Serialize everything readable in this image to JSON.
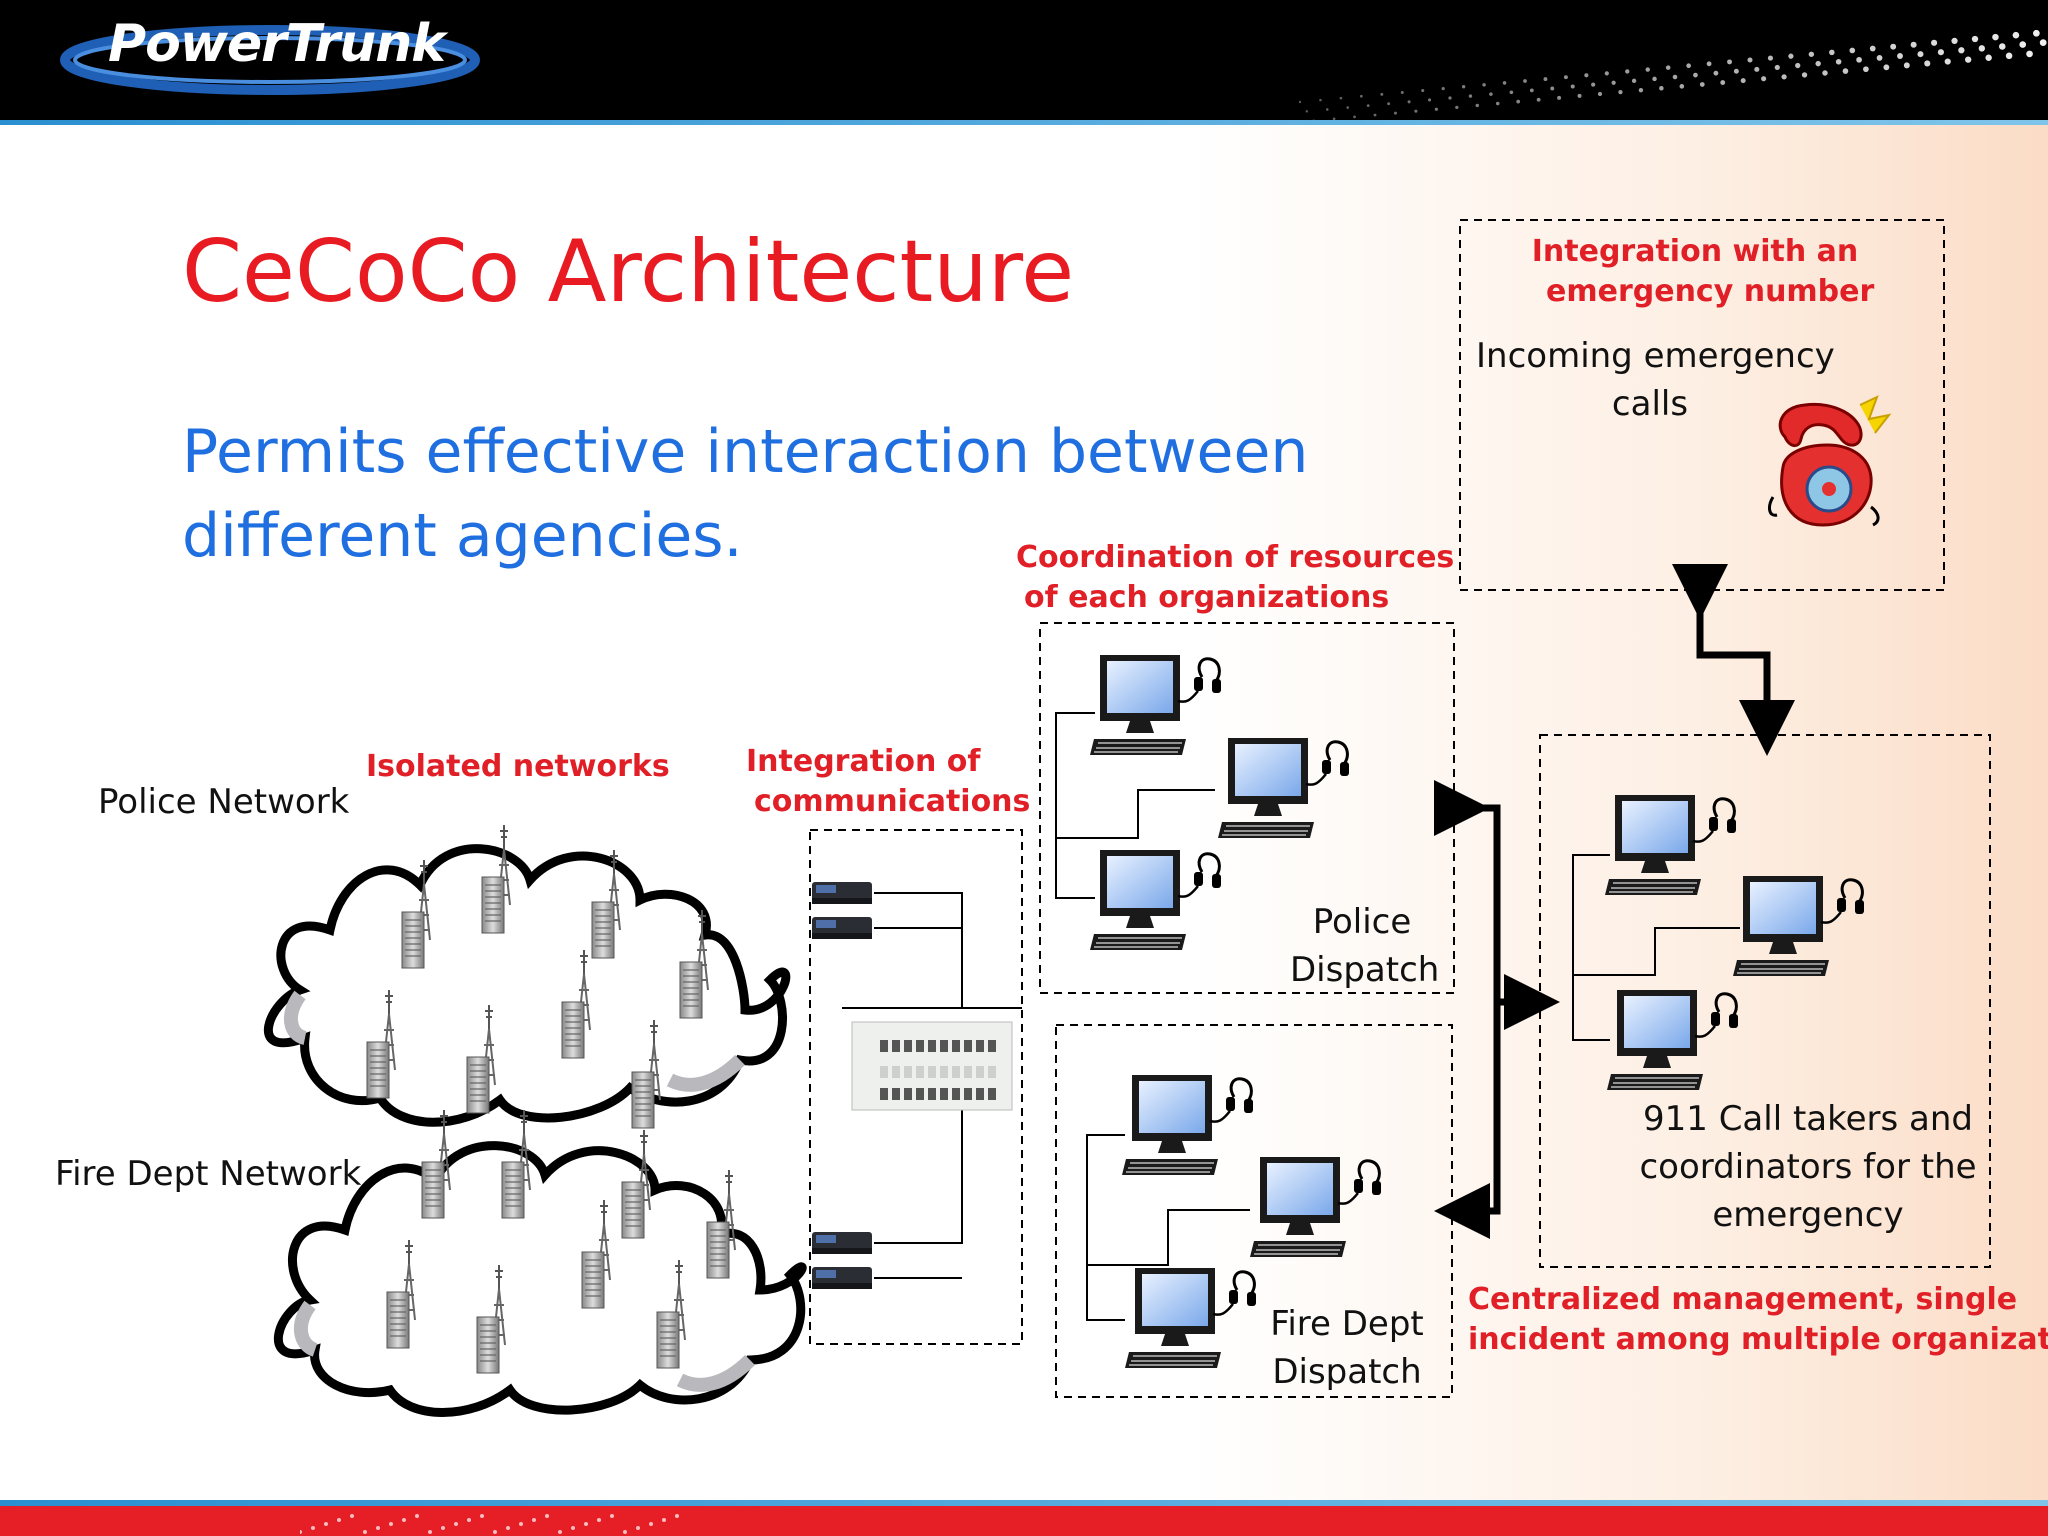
{
  "header": {
    "logo": "PowerTrunk"
  },
  "title": "CeCoCo Architecture",
  "subtitle_lines": [
    "Permits effective  interaction between",
    "different agencies."
  ],
  "labels": {
    "isolated_networks": "Isolated networks",
    "police_network": "Police Network",
    "fire_dept_network": "Fire Dept Network",
    "integration_comms": [
      "Integration of",
      "communications"
    ],
    "coordination": [
      "Coordination of resources",
      "of each organizations"
    ],
    "police_dispatch": [
      "Police",
      "Dispatch"
    ],
    "fire_dispatch": [
      "Fire Dept",
      "Dispatch"
    ],
    "emergency_integration": [
      "Integration with an",
      "emergency number"
    ],
    "incoming_calls": [
      "Incoming emergency",
      "calls"
    ],
    "call_takers": [
      "911 Call takers and",
      "coordinators for the",
      "emergency"
    ],
    "centralized": [
      "Centralized management, single",
      "incident among multiple organizations"
    ]
  },
  "colors": {
    "accent_red": "#e01f26",
    "title_red": "#e81a22",
    "subtitle_blue": "#1f6fe0",
    "header_black": "#000000",
    "footer_red": "#e61e25"
  }
}
